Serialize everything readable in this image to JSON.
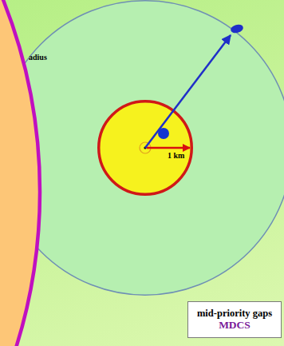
{
  "diagram": {
    "nodes": [
      {
        "text": [
          "adius"
        ]
      },
      {
        "text": [
          "1 km"
        ],
        "in": 0
      },
      {
        "text": [
          "mid-priority gaps",
          "MDCS"
        ]
      }
    ]
  }
}
